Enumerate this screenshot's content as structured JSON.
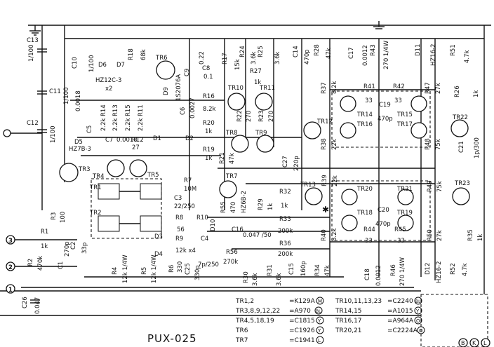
{
  "model": "PUX-025",
  "terminals": [
    "3",
    "2",
    "1"
  ],
  "transistors": [
    "TR1",
    "TR2",
    "TR3",
    "TR4",
    "TR5",
    "TR6",
    "TR7",
    "TR8",
    "TR9",
    "TR10",
    "TR11",
    "TR12",
    "TR13",
    "TR14",
    "TR15",
    "TR16",
    "TR17",
    "TR18",
    "TR19",
    "TR20",
    "TR21",
    "TR22",
    "TR23"
  ],
  "components": {
    "C13": "C13",
    "C13_v": "1/100",
    "C11": "C11",
    "C11_v": "1/100",
    "C12": "C12",
    "C12_v": "1/100",
    "C10": "C10",
    "C10_v": "1/100",
    "D6": "D6",
    "D7": "D7",
    "D6D7_v": "HZ12C-3",
    "x2": "x2",
    "R18": "R18",
    "R18_v": "68k",
    "C9": "C9",
    "C9_v": "0.22",
    "D9": "D9",
    "D9_v": "1S2076A",
    "C8": "C8",
    "C8_v": "0.1",
    "C6": "C6",
    "C6_v": "0.0027",
    "R16": "R16",
    "R16_v": "8.2k",
    "R17": "R17",
    "R17_v": "15k",
    "R24": "R24",
    "R24_v": "3.6k",
    "R25": "R25",
    "R25_v": "3.6k",
    "R27": "R27",
    "R27_v": "1k",
    "C14": "C14",
    "C14_v": "470p",
    "R28": "R28",
    "R28_v": "47k",
    "C17": "C17",
    "C17_v": "0.0012",
    "R43": "R43",
    "R43_v": "270 1/4W",
    "D11": "D11",
    "D11_v": "HZ16-2",
    "R51": "R51",
    "R51_v": "4.7k",
    "C5": "C5",
    "C5_v": "0.0018",
    "R14": "R14",
    "R14_v": "2.2k",
    "R13": "R13",
    "R13_v": "2.2k",
    "R15": "R15",
    "R15_v": "2.2k",
    "R11": "R11",
    "R11_v": "2.2k",
    "C7": "C7",
    "C7_v": "0.0018",
    "R12": "R12",
    "R12_v": "27",
    "D5": "D5",
    "D5_v": "HZ7B-3",
    "D1": "D1",
    "D2": "D2",
    "R20": "R20",
    "R20_v": "1k",
    "R19": "R19",
    "R19_v": "1k",
    "R21": "R21",
    "R21_v": "47k",
    "R22": "R22",
    "R22_v": "270",
    "R23": "R23",
    "R23_v": "270",
    "R37": "R37",
    "R37_v": "8.2k",
    "R41": "R41",
    "R41_v": "33",
    "R42": "R42",
    "R42_v": "33",
    "C19": "C19",
    "C19_v": "470p",
    "R47": "R47",
    "R47_v": "27k",
    "R26": "R26",
    "R26_v": "1k",
    "C21": "C21",
    "C21_v": "1p/300",
    "R38": "R38",
    "R38_v": "22k",
    "R48": "R48",
    "R48_v": "75k",
    "C27": "C27",
    "C27_v": "220p",
    "R7": "R7",
    "R7_v": "10M",
    "C3": "C3",
    "C3_v": "22/250",
    "R8": "R8",
    "R8_v": "56",
    "R10": "R10",
    "R9": "R9",
    "R9_v": "12k x4",
    "C4": "C4",
    "C4_v": "7p/250",
    "D3": "D3",
    "D4": "D4",
    "R6": "R6",
    "R6_v": "330",
    "C25": "C25",
    "C25_v": "330p",
    "R4": "R4",
    "R4_v": "12k 1/4W",
    "R5": "R5",
    "R5_v": "12k 1/4W",
    "R3": "R3",
    "R3_v": "100",
    "R1": "R1",
    "R1_v": "1k",
    "R2": "R2",
    "R2_v": "470k",
    "C1": "C1",
    "C1_v": "270p",
    "C2": "C2",
    "C2_v": "33p",
    "C26": "C26",
    "C26_v": "0.047",
    "R55": "R55",
    "R55_v": "470",
    "D10": "D10",
    "D10_v": "HZ6B-2",
    "C16": "C16",
    "R29": "R29",
    "R29_v": "1k",
    "R32": "R32",
    "R32_v": "1k",
    "R33": "R33",
    "R33_v": "200k",
    "R36": "R36",
    "R36_v": "200k",
    "C047": "0.047 /50",
    "R56": "R56",
    "R56_v": "270k",
    "R30": "R30",
    "R30_v": "3.6k",
    "R31": "R31",
    "R31_v": "3.6k",
    "C15": "C15",
    "C15_v": "160p",
    "R34": "R34",
    "R34_v": "47k",
    "R39": "R39",
    "R39_v": "22k",
    "R40": "R40",
    "R40_v": "8.2k",
    "C20": "C20",
    "C20_v": "470p",
    "R44": "R44",
    "R44_v": "33",
    "R45": "R45",
    "R45_v": "33",
    "R49": "R49",
    "R49_v": "75k",
    "R50": "R50",
    "R50_v": "27k",
    "R35": "R35",
    "R35_v": "1k",
    "C18": "C18",
    "C18_v": "0.0012",
    "R46": "R46",
    "R46_v": "270 1/4W",
    "D12": "D12",
    "D12_v": "HZ16-2",
    "R52": "R52",
    "R52_v": "4.7k"
  },
  "parts_list": [
    {
      "left": "TR1,2",
      "right": "=K129A",
      "mark": "M"
    },
    {
      "left": "TR3,8,9,12,22",
      "right": "=A970",
      "mark": "BL"
    },
    {
      "left": "TR4,5,18,19",
      "right": "=C1815",
      "mark": "Y"
    },
    {
      "left": "TR6",
      "right": "=C1926",
      "mark": "Y"
    },
    {
      "left": "TR7",
      "right": "=C1941",
      "mark": "L"
    },
    {
      "left": "TR10,11,13,23",
      "right": "=C2240",
      "mark": "BL"
    },
    {
      "left": "TR14,15",
      "right": "=A1015",
      "mark": "Y"
    },
    {
      "left": "TR16,17",
      "right": "=A964A",
      "mark": "O"
    },
    {
      "left": "TR20,21",
      "right": "=C2224A",
      "mark": "O"
    }
  ],
  "corner_labels": [
    "B",
    "K",
    "L"
  ]
}
